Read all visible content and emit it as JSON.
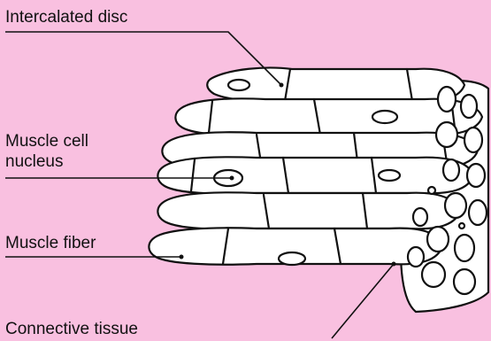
{
  "labels": {
    "intercalated_disc": "Intercalated disc",
    "nucleus_line1": "Muscle cell",
    "nucleus_line2": "nucleus",
    "muscle_fiber": "Muscle fiber",
    "connective_tissue": "Connective tissue"
  },
  "colors": {
    "background": "#f9c0e0",
    "cell_fill": "#ffffff",
    "outline": "#111111"
  }
}
